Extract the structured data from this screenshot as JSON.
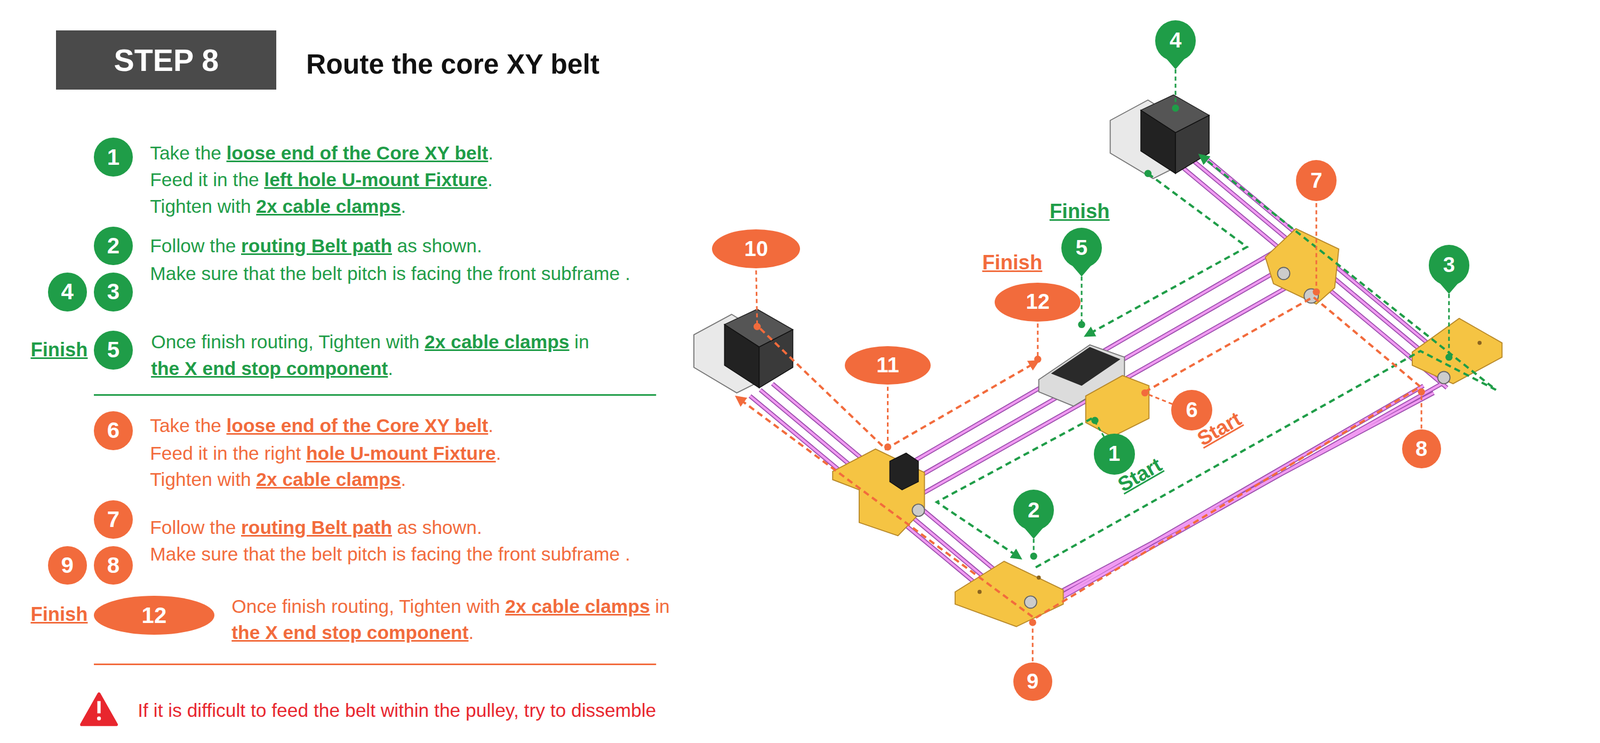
{
  "diagram": {
    "title": "Route the core XY belt",
    "nodes": [
      {
        "text": [
          "STEP 8"
        ]
      },
      {
        "text": [
          "1"
        ]
      },
      {
        "text": [
          "2"
        ]
      },
      {
        "text": [
          "4"
        ]
      },
      {
        "text": [
          "3"
        ]
      },
      {
        "text": [
          "5"
        ]
      },
      {
        "text": [
          "6"
        ]
      },
      {
        "text": [
          "7"
        ]
      },
      {
        "text": [
          "9"
        ]
      },
      {
        "text": [
          "8"
        ]
      },
      {
        "text": [
          "12"
        ]
      },
      {
        "text": [
          "4"
        ]
      },
      {
        "text": [
          "10"
        ]
      },
      {
        "text": [
          "7"
        ]
      },
      {
        "text": [
          "3"
        ]
      },
      {
        "text": [
          "5"
        ]
      },
      {
        "text": [
          "12"
        ]
      },
      {
        "text": [
          "11"
        ]
      },
      {
        "text": [
          "6"
        ]
      },
      {
        "text": [
          "1"
        ]
      },
      {
        "text": [
          "2"
        ]
      },
      {
        "text": [
          "8"
        ]
      },
      {
        "text": [
          "9"
        ]
      }
    ],
    "labels": [
      "Take the",
      "loose end of the Core XY belt",
      ".",
      "Feed it in the",
      "left hole U-mount Fixture",
      ".",
      "Tighten with",
      "2x cable clamps",
      ".",
      "Follow the",
      "routing Belt path",
      "as shown.",
      "Make sure that the belt pitch is facing the front subframe .",
      "Finish",
      "Once finish routing, Tighten with",
      "2x cable clamps",
      "in",
      "the X end stop component",
      ".",
      "Take the",
      "loose end of the Core XY belt",
      ".",
      "Feed it in the right",
      "hole U-mount Fixture",
      ".",
      "Tighten with",
      "2x cable clamps",
      ".",
      "Follow the",
      "routing Belt path",
      "as shown.",
      "Make sure that the belt pitch is facing the front subframe .",
      "Finish",
      "Once finish routing, Tighten with",
      "2x cable clamps",
      "in",
      "the X end stop component",
      ".",
      "If it is difficult to feed the belt within the pulley, try to dissemble",
      "Finish",
      "Finish",
      "Start",
      "Start"
    ]
  }
}
